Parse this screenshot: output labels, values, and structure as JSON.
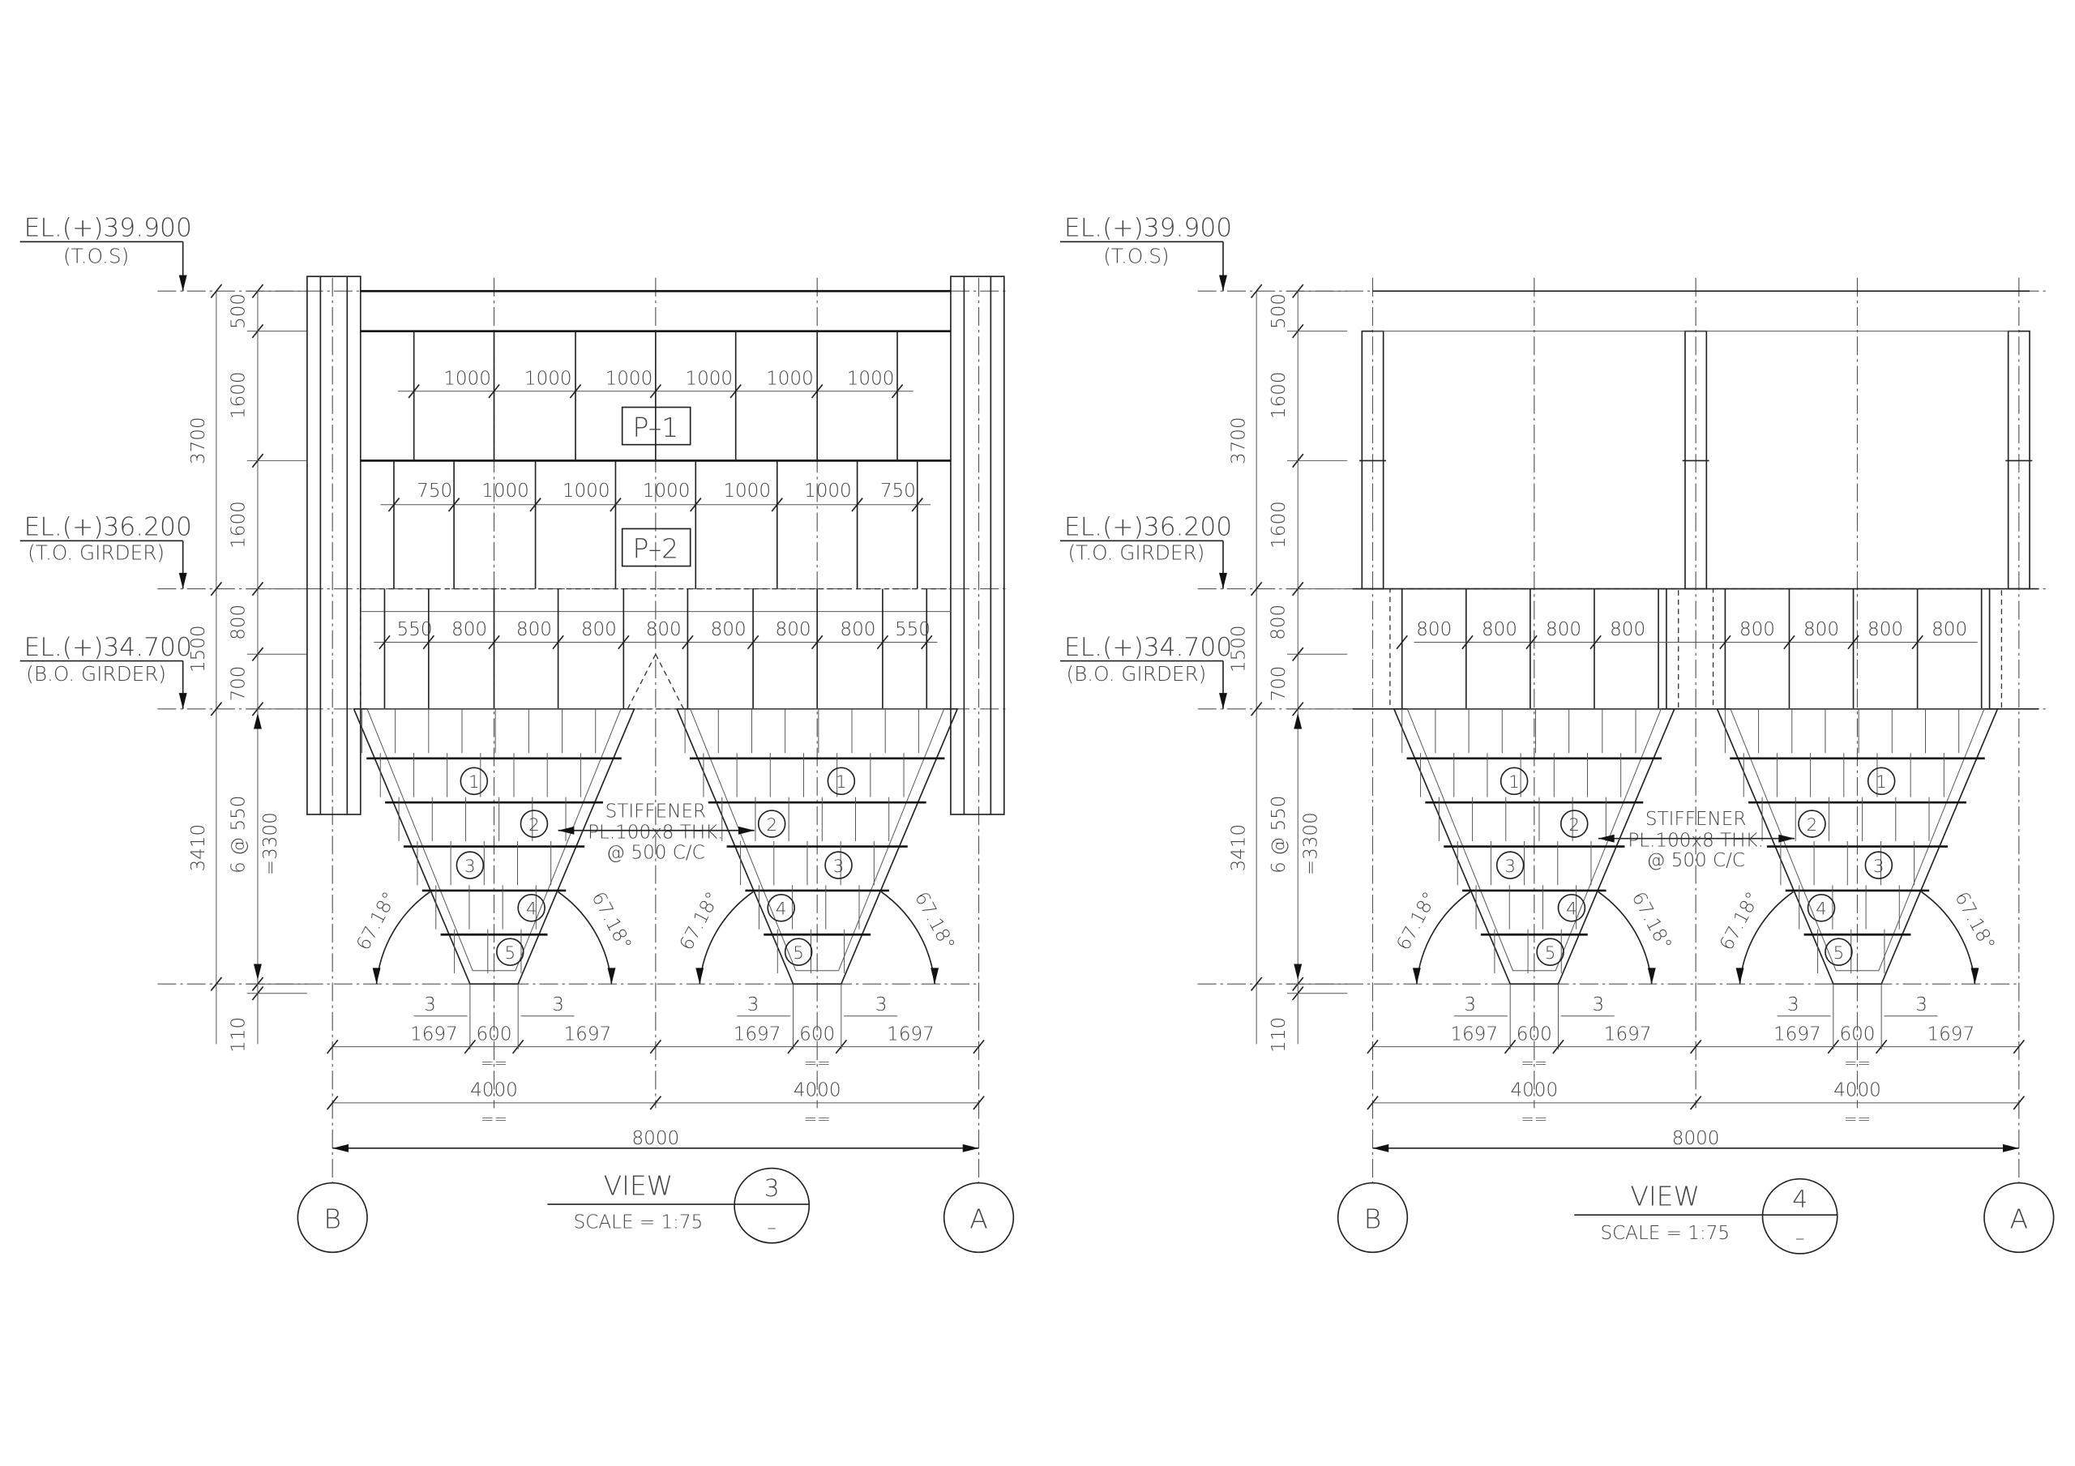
{
  "views": [
    {
      "title": "VIEW",
      "scale": "SCALE = 1:75",
      "number": "3",
      "sub": "–",
      "grid_left": "B",
      "grid_right": "A",
      "elevations": [
        {
          "el": "EL.(+)39.900",
          "note": "(T.O.S)"
        },
        {
          "el": "EL.(+)36.200",
          "note": "(T.O. GIRDER)"
        },
        {
          "el": "EL.(+)34.700",
          "note": "(B.O. GIRDER)"
        }
      ],
      "vertical_dims": {
        "d500": "500",
        "d1600a": "1600",
        "d3700": "3700",
        "d1600b": "1600",
        "d800": "800",
        "d1500": "1500",
        "d700": "700",
        "d3410": "3410",
        "d6at550": "6 @ 550",
        "d3300": "=3300",
        "d110": "110"
      },
      "panels": [
        "P–1",
        "P–2"
      ],
      "row1": [
        "1000",
        "1000",
        "1000",
        "1000",
        "1000",
        "1000"
      ],
      "row2": [
        "750",
        "1000",
        "1000",
        "1000",
        "1000",
        "1000",
        "750"
      ],
      "row3": [
        "550",
        "800",
        "800",
        "800",
        "800",
        "800",
        "800",
        "800",
        "550"
      ],
      "stiffener": [
        "STIFFENER",
        "PL.100x8 THK.",
        "@ 500 C/C"
      ],
      "angle": "67.18°",
      "rings": [
        "1",
        "2",
        "3",
        "4",
        "5"
      ],
      "bottom": {
        "slope": "3",
        "side": "1697",
        "mid": "600",
        "eq": "==",
        "half": "4000",
        "total": "8000"
      }
    },
    {
      "title": "VIEW",
      "scale": "SCALE = 1:75",
      "number": "4",
      "sub": "–",
      "grid_left": "B",
      "grid_right": "A",
      "elevations": [
        {
          "el": "EL.(+)39.900",
          "note": "(T.O.S)"
        },
        {
          "el": "EL.(+)36.200",
          "note": "(T.O. GIRDER)"
        },
        {
          "el": "EL.(+)34.700",
          "note": "(B.O. GIRDER)"
        }
      ],
      "vertical_dims": {
        "d500": "500",
        "d1600a": "1600",
        "d3700": "3700",
        "d1600b": "1600",
        "d800": "800",
        "d1500": "1500",
        "d700": "700",
        "d3410": "3410",
        "d6at550": "6 @ 550",
        "d3300": "=3300",
        "d110": "110"
      },
      "row3": [
        "800",
        "800",
        "800",
        "800",
        "800",
        "800",
        "800",
        "800"
      ],
      "stiffener": [
        "STIFFENER",
        "PL.100x8 THK.",
        "@ 500 C/C"
      ],
      "angle": "67.18°",
      "rings": [
        "1",
        "2",
        "3",
        "4",
        "5"
      ],
      "bottom": {
        "slope": "3",
        "side": "1697",
        "mid": "600",
        "eq": "==",
        "half": "4000",
        "total": "8000"
      }
    }
  ]
}
